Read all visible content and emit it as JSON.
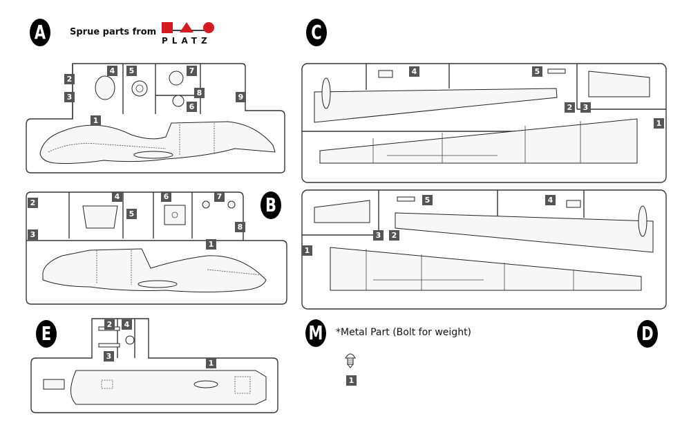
{
  "header": {
    "sprue_label": "Sprue parts from",
    "brand": "PLATZ",
    "brand_colors": {
      "square": "#d71920",
      "triangle": "#d71920",
      "circle": "#d71920"
    }
  },
  "sprues": {
    "A": {
      "letter": "A",
      "parts": [
        "1",
        "2",
        "3",
        "4",
        "5",
        "6",
        "7",
        "8",
        "9"
      ]
    },
    "B": {
      "letter": "B",
      "parts": [
        "1",
        "2",
        "3",
        "4",
        "5",
        "6",
        "7",
        "8"
      ]
    },
    "C": {
      "letter": "C",
      "parts": [
        "1",
        "2",
        "3",
        "4",
        "5"
      ]
    },
    "D": {
      "letter": "D",
      "parts": [
        "1",
        "2",
        "3",
        "4",
        "5"
      ]
    },
    "E": {
      "letter": "E",
      "parts": [
        "1",
        "2",
        "3",
        "4"
      ]
    },
    "M": {
      "letter": "M",
      "caption": "*Metal Part (Bolt for weight)",
      "parts": [
        "1"
      ]
    }
  },
  "colors": {
    "badge_bg": "#000000",
    "part_number_bg": "#555555",
    "line": "#333333"
  }
}
